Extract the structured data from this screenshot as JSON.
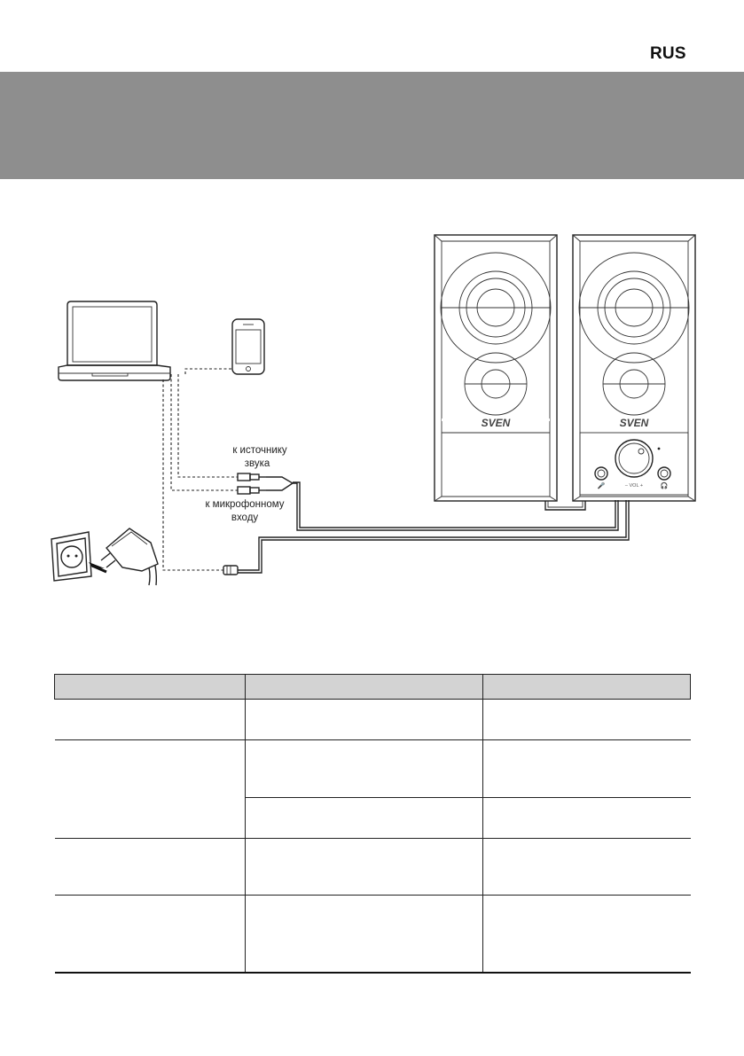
{
  "header": {
    "language_code": "RUS",
    "banner_color": "#8e8e8e"
  },
  "diagram": {
    "label_source": [
      "к источнику",
      "звука"
    ],
    "label_mic": [
      "к микрофонному",
      "входу"
    ],
    "brand_logo": "SVEN",
    "panel_vol": "– VOL +",
    "icons": [
      "laptop-icon",
      "smartphone-icon",
      "wall-socket-icon",
      "power-adapter-icon",
      "speaker-icon",
      "audio-jack-icon",
      "microphone-jack-icon",
      "headphones-jack-icon",
      "volume-knob-icon"
    ]
  },
  "table": {
    "header_color": "#d3d3d3",
    "headers": [
      "",
      "",
      ""
    ],
    "rows": [
      [
        "",
        "",
        ""
      ],
      [
        "",
        "",
        ""
      ],
      [
        "",
        ""
      ],
      [
        "",
        "",
        ""
      ],
      [
        "",
        "",
        ""
      ]
    ]
  }
}
